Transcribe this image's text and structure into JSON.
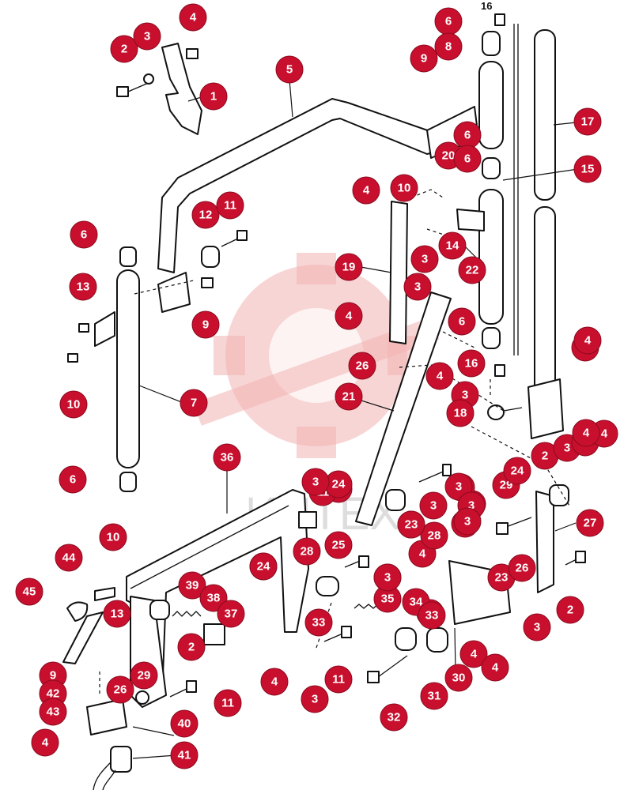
{
  "plain_label": "16",
  "watermark_text": "ИПТЕХ",
  "colors": {
    "callout_fill": "#c8102e",
    "callout_text": "#ffffff",
    "linework": "#111111",
    "watermark": "#f2b3b3"
  },
  "callouts": [
    "1",
    "2",
    "3",
    "4",
    "5",
    "6",
    "8",
    "9",
    "6",
    "20",
    "6",
    "17",
    "15",
    "4",
    "10",
    "12",
    "11",
    "6",
    "13",
    "9",
    "10",
    "7",
    "6",
    "19",
    "3",
    "14",
    "22",
    "4",
    "3",
    "6",
    "16",
    "26",
    "4",
    "21",
    "3",
    "3",
    "18",
    "4",
    "2",
    "3",
    "3",
    "4",
    "36",
    "10",
    "44",
    "45",
    "13",
    "9",
    "42",
    "43",
    "4",
    "26",
    "2",
    "29",
    "39",
    "38",
    "37",
    "40",
    "41",
    "11",
    "4",
    "4",
    "28",
    "33",
    "3",
    "11",
    "33",
    "24",
    "35",
    "34",
    "33",
    "32",
    "31",
    "4",
    "30",
    "4",
    "4",
    "3",
    "2",
    "3",
    "3",
    "24",
    "23",
    "28",
    "29",
    "23",
    "26",
    "27",
    "25",
    "11",
    "2",
    "3",
    "24",
    "11",
    "24",
    "3",
    "3",
    "23",
    "24",
    "4",
    "3",
    "3",
    "4"
  ]
}
